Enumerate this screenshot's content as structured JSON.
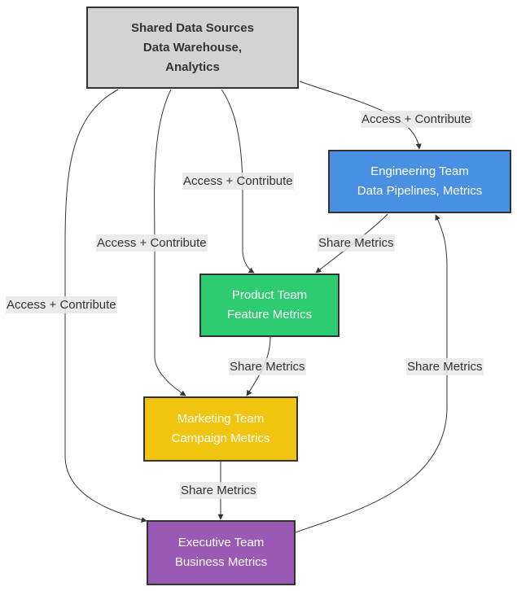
{
  "nodes": {
    "shared": {
      "line1": "Shared Data Sources",
      "line2": "Data Warehouse,",
      "line3": "Analytics",
      "fill": "#d3d3d3",
      "text_color": "#333333"
    },
    "engineering": {
      "line1": "Engineering Team",
      "line2": "Data Pipelines, Metrics",
      "fill": "#4a90e2",
      "text_color": "#ffffff"
    },
    "product": {
      "line1": "Product Team",
      "line2": "Feature Metrics",
      "fill": "#2ecc71",
      "text_color": "#ffffff"
    },
    "marketing": {
      "line1": "Marketing Team",
      "line2": "Campaign Metrics",
      "fill": "#f1c40f",
      "text_color": "#ffffff"
    },
    "executive": {
      "line1": "Executive Team",
      "line2": "Business Metrics",
      "fill": "#9b59b6",
      "text_color": "#ffffff"
    }
  },
  "edges": {
    "shared_to_engineering": "Access + Contribute",
    "shared_to_product": "Access + Contribute",
    "shared_to_marketing": "Access + Contribute",
    "shared_to_executive": "Access + Contribute",
    "engineering_to_product": "Share Metrics",
    "product_to_marketing": "Share Metrics",
    "marketing_to_executive": "Share Metrics",
    "executive_to_engineering": "Share Metrics"
  }
}
